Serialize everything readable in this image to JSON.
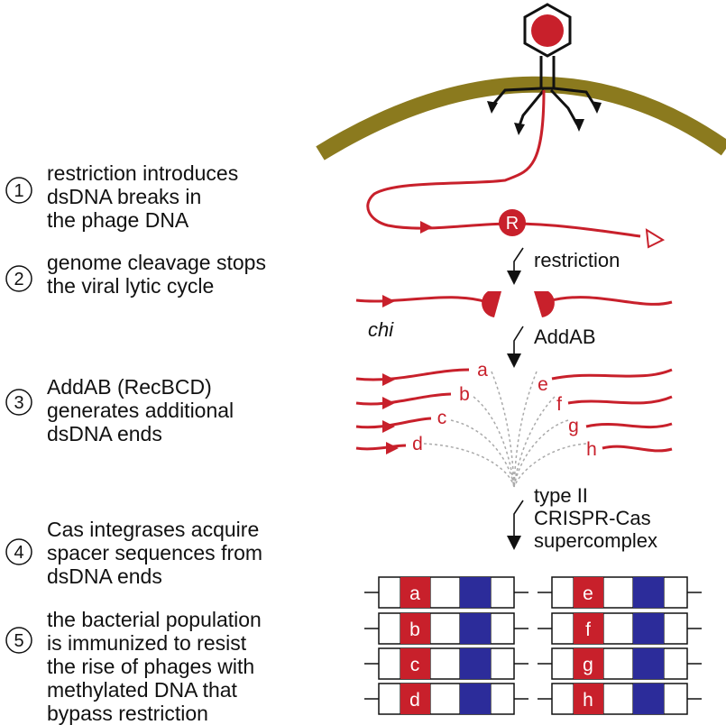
{
  "steps": [
    {
      "number": "1",
      "lines": [
        "restriction introduces",
        "dsDNA breaks in",
        "the phage DNA"
      ]
    },
    {
      "number": "2",
      "lines": [
        "genome cleavage stops",
        "the viral lytic cycle"
      ]
    },
    {
      "number": "3",
      "lines": [
        "AddAB (RecBCD)",
        "generates additional",
        "dsDNA ends"
      ]
    },
    {
      "number": "4",
      "lines": [
        "Cas integrases acquire",
        "spacer sequences from",
        "dsDNA ends"
      ]
    },
    {
      "number": "5",
      "lines": [
        "the bacterial population",
        "is immunized to resist",
        "the rise of phages with",
        "methylated DNA that",
        "bypass restriction"
      ]
    }
  ],
  "labels": {
    "restriction": "restriction",
    "addab": "AddAB",
    "chi": "chi",
    "restriction_enzyme": "R",
    "supercomplex": [
      "type II",
      "CRISPR-Cas",
      "supercomplex"
    ]
  },
  "end_letters_left": [
    "a",
    "b",
    "c",
    "d"
  ],
  "end_letters_right": [
    "e",
    "f",
    "g",
    "h"
  ],
  "array_left": [
    "a",
    "b",
    "c",
    "d"
  ],
  "array_right": [
    "e",
    "f",
    "g",
    "h"
  ],
  "colors": {
    "dna_red": "#c8202b",
    "membrane": "#8b7a1e",
    "spacer_blue": "#2c2c9a",
    "text": "#111111"
  }
}
